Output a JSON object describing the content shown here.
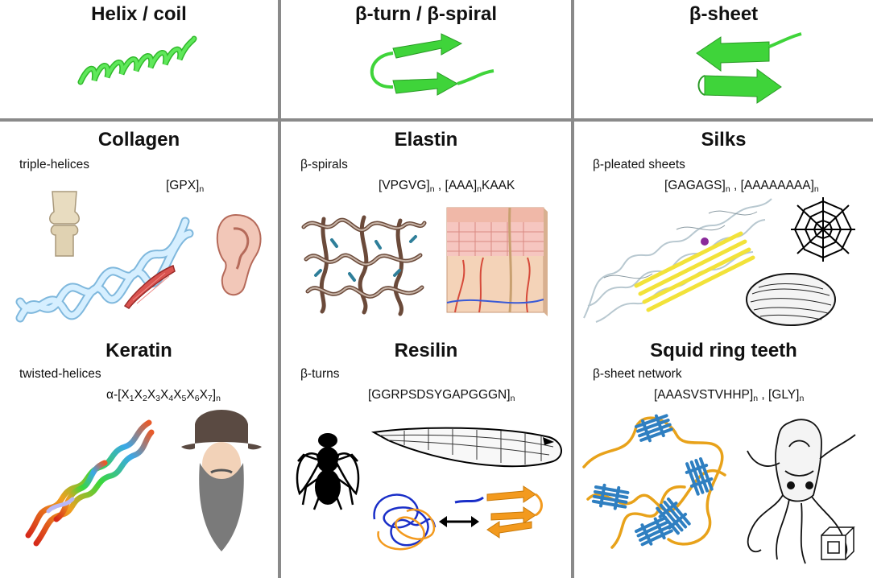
{
  "headers": {
    "col1": "Helix / coil",
    "col2": "β-turn / β-spiral",
    "col3": "β-sheet"
  },
  "panels": {
    "collagen": {
      "title": "Collagen",
      "structure": "triple-helices",
      "seq": [
        {
          "t": "[GPX]"
        },
        {
          "s": "n"
        }
      ]
    },
    "elastin": {
      "title": "Elastin",
      "structure": "β-spirals",
      "seq": [
        {
          "t": "[VPGVG]"
        },
        {
          "s": "n"
        },
        {
          "t": " , [AAA]"
        },
        {
          "s": "n"
        },
        {
          "t": "KAAK"
        }
      ]
    },
    "silks": {
      "title": "Silks",
      "structure": "β-pleated sheets",
      "seq": [
        {
          "t": "[GAGAGS]"
        },
        {
          "s": "n"
        },
        {
          "t": " , [AAAAAAAA]"
        },
        {
          "s": "n"
        }
      ]
    },
    "keratin": {
      "title": "Keratin",
      "structure": "twisted-helices",
      "seq": [
        {
          "t": "α-[X"
        },
        {
          "s": "1"
        },
        {
          "t": "X"
        },
        {
          "s": "2"
        },
        {
          "t": "X"
        },
        {
          "s": "3"
        },
        {
          "t": "X"
        },
        {
          "s": "4"
        },
        {
          "t": "X"
        },
        {
          "s": "5"
        },
        {
          "t": "X"
        },
        {
          "s": "6"
        },
        {
          "t": "X"
        },
        {
          "s": "7"
        },
        {
          "t": "]"
        },
        {
          "s": "n"
        }
      ]
    },
    "resilin": {
      "title": "Resilin",
      "structure": "β-turns",
      "seq": [
        {
          "t": "[GGRPSDSYGAPGGGN]"
        },
        {
          "s": "n"
        }
      ]
    },
    "squid": {
      "title": "Squid ring teeth",
      "structure": "β-sheet network",
      "seq": [
        {
          "t": "[AAASVSTVHHP]"
        },
        {
          "s": "n"
        },
        {
          "t": " , [GLY]"
        },
        {
          "s": "n"
        }
      ]
    }
  },
  "colors": {
    "divider": "#8a8a8a",
    "protein_green": "#3fd43a",
    "collagen_blue": "#bfe3f7",
    "silk_yellow": "#f2e23a",
    "squid_blue": "#2f7fc1",
    "squid_orange": "#e8a21a",
    "resilin_blue": "#1a2fc8",
    "resilin_orange": "#f39a1e"
  }
}
